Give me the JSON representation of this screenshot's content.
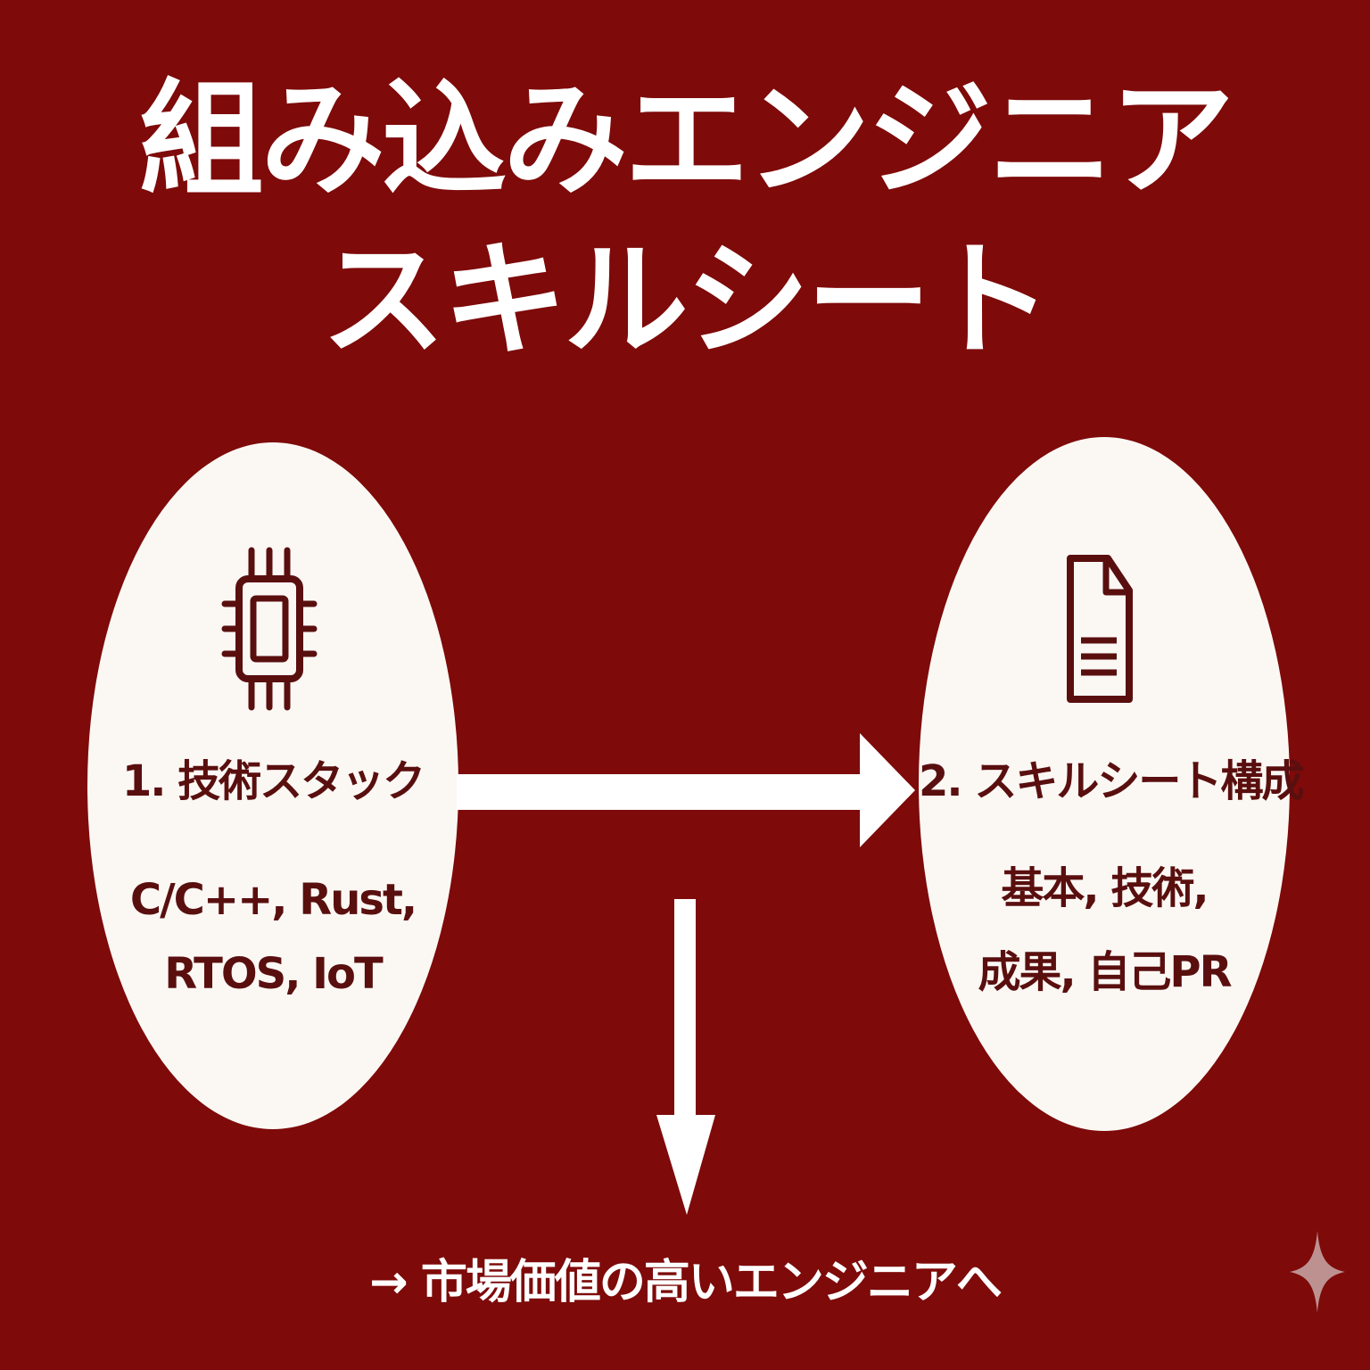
{
  "title": {
    "line1": "組み込みエンジニア",
    "line2": "スキルシート"
  },
  "left_node": {
    "icon": "microchip-icon",
    "heading": "1. 技術スタック",
    "body_line1": "C/C++, Rust,",
    "body_line2": "RTOS, IoT"
  },
  "right_node": {
    "icon": "document-icon",
    "heading": "2. スキルシート構成",
    "body_line1": "基本, 技術,",
    "body_line2": "成果, 自己PR"
  },
  "footer": "→ 市場価値の高いエンジニアへ",
  "colors": {
    "background": "#7e0a0a",
    "node_fill": "#fbf8f4",
    "node_text": "#5a0f0f",
    "arrow": "#ffffff"
  }
}
